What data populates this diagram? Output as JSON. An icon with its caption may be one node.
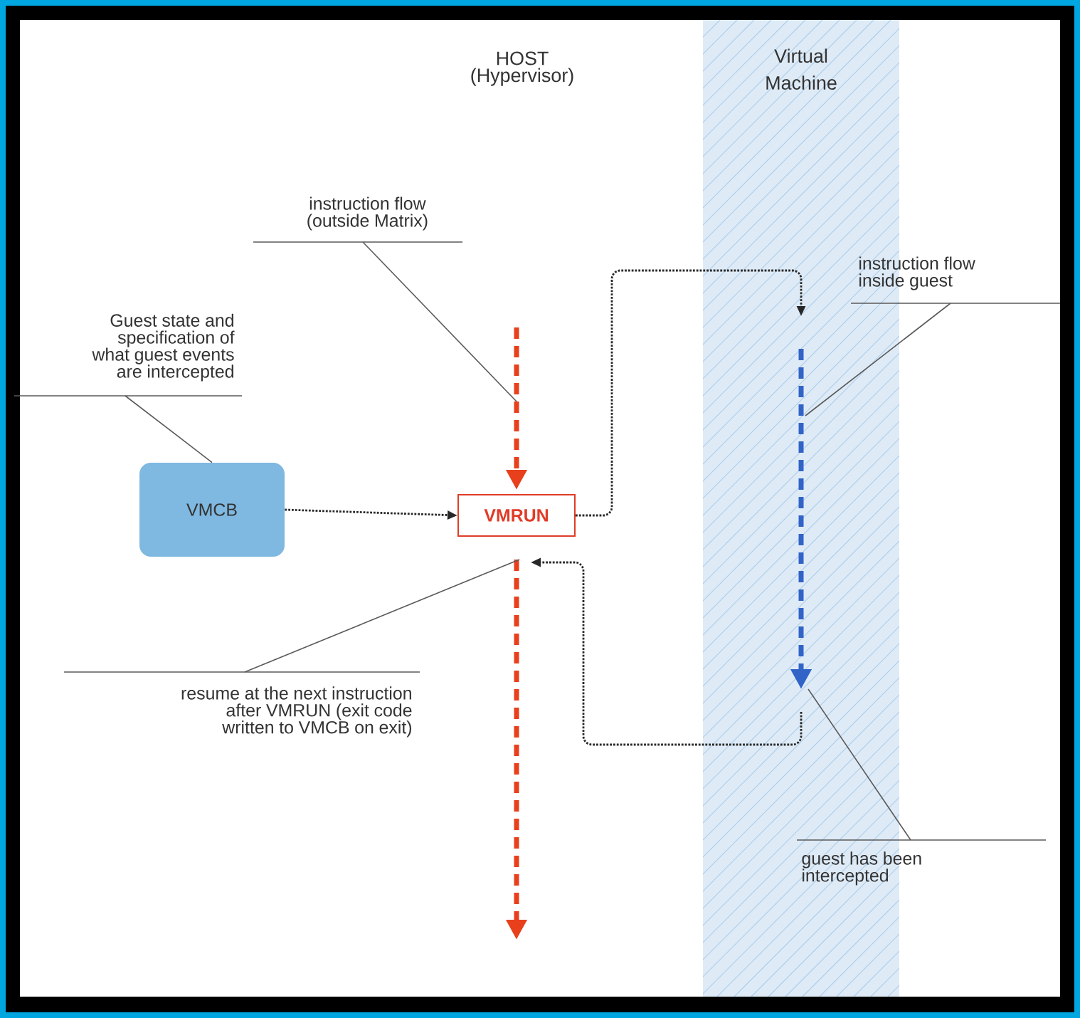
{
  "diagram": {
    "nodes": [
      {
        "text": [
          "VMCB"
        ]
      },
      {
        "text": [
          "VMRUN"
        ]
      },
      {
        "text": [
          "Guest state and specification of what guest events are intercepted"
        ]
      },
      {
        "text": [
          "instruction flow (outside Matrix)"
        ]
      },
      {
        "text": [
          "instruction flow inside guest"
        ]
      },
      {
        "text": [
          "resume at the next instruction after VMRUN (exit code written to VMCB on exit)"
        ]
      },
      {
        "text": [
          "guest has been intercepted"
        ]
      },
      {
        "text": [
          "Virtual Machine"
        ]
      }
    ],
    "edges": [
      {
        "from": 0,
        "to": 1,
        "arrow": "to",
        "style": "dashed"
      },
      {
        "from": 1,
        "to": null,
        "arrow": "to",
        "style": "dashed"
      },
      {
        "from": null,
        "to": 1,
        "arrow": "to",
        "style": "dashed"
      },
      {
        "from": null,
        "to": 1,
        "arrow": "to",
        "style": "dashed",
        "color": "#e8401c"
      },
      {
        "from": 1,
        "to": null,
        "arrow": "to",
        "style": "dashed",
        "color": "#e8401c"
      },
      {
        "from": 2,
        "to": 0,
        "arrow": "none"
      },
      {
        "from": 3,
        "to": null,
        "arrow": "none"
      },
      {
        "from": 4,
        "to": null,
        "arrow": "none"
      },
      {
        "from": 5,
        "to": null,
        "arrow": "none"
      },
      {
        "from": 6,
        "to": null,
        "arrow": "none"
      }
    ],
    "labels": [
      "HOST (Hypervisor)"
    ]
  }
}
